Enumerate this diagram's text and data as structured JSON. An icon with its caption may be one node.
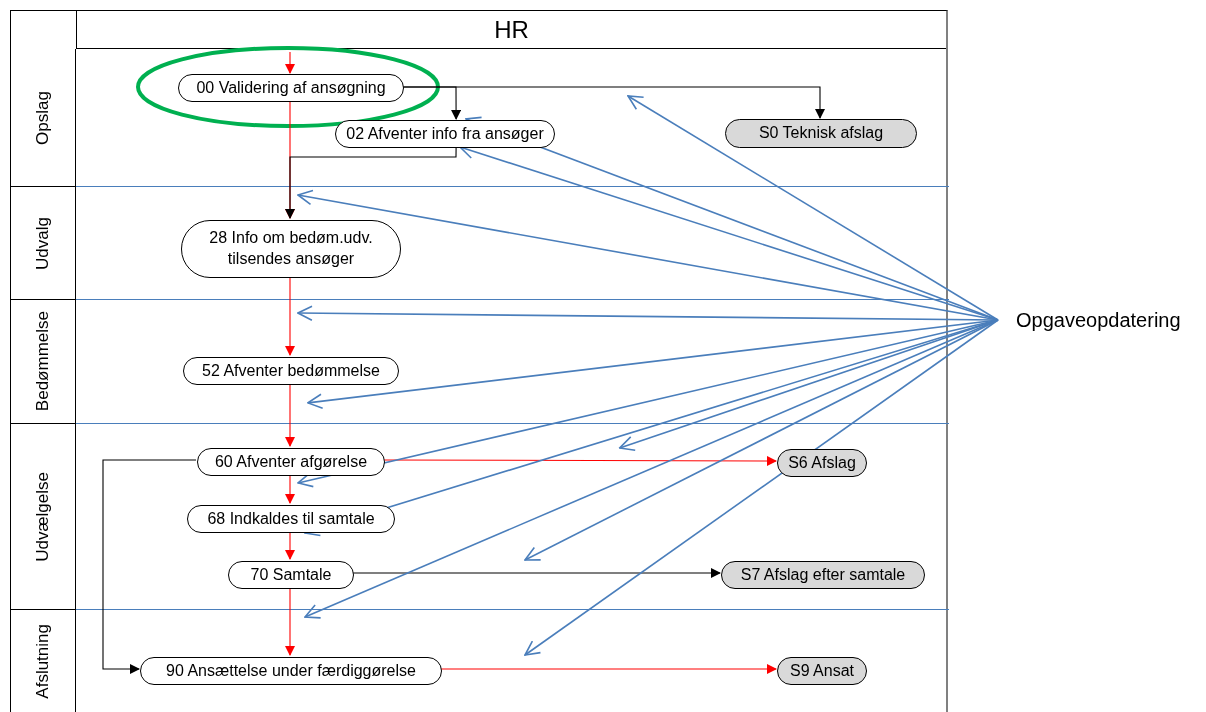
{
  "diagram": {
    "nodes": [
      {
        "text": [
          "HR"
        ]
      },
      {
        "text": [
          "Opslag"
        ],
        "in": 0
      },
      {
        "text": [
          "Udvalg"
        ],
        "in": 0
      },
      {
        "text": [
          "Bedømmelse"
        ],
        "in": 0
      },
      {
        "text": [
          "Udvælgelse"
        ],
        "in": 0
      },
      {
        "text": [
          "Afslutning"
        ],
        "in": 0
      },
      {
        "text": [
          "00 Validering af ansøgning"
        ],
        "in": 1
      },
      {
        "text": [
          "02 Afventer info fra ansøger"
        ],
        "in": 1
      },
      {
        "text": [
          "S0 Teknisk afslag"
        ],
        "in": 1
      },
      {
        "text": [
          "28 Info om bedøm.udv. tilsendes ansøger"
        ],
        "in": 2
      },
      {
        "text": [
          "52 Afventer bedømmelse"
        ],
        "in": 3
      },
      {
        "text": [
          "60 Afventer afgørelse"
        ],
        "in": 4
      },
      {
        "text": [
          "S6 Afslag"
        ],
        "in": 4
      },
      {
        "text": [
          "68 Indkaldes til samtale"
        ],
        "in": 4
      },
      {
        "text": [
          "70 Samtale"
        ],
        "in": 4
      },
      {
        "text": [
          "S7 Afslag efter samtale"
        ],
        "in": 4
      },
      {
        "text": [
          "90 Ansættelse under færdiggørelse"
        ],
        "in": 5
      },
      {
        "text": [
          "S9 Ansat"
        ],
        "in": 5
      },
      {
        "text": [
          "Opgaveopdatering"
        ]
      }
    ],
    "edges": [
      {
        "from": null,
        "to": 6,
        "arrow": "to",
        "color": "#ff0000"
      },
      {
        "from": 6,
        "to": 9,
        "arrow": "to",
        "color": "#ff0000"
      },
      {
        "from": 6,
        "to": 7,
        "arrow": "to",
        "color": "#000000"
      },
      {
        "from": 6,
        "to": 8,
        "arrow": "to",
        "color": "#000000"
      },
      {
        "from": 7,
        "to": 9,
        "arrow": "to",
        "color": "#000000"
      },
      {
        "from": 9,
        "to": 10,
        "arrow": "to",
        "color": "#ff0000"
      },
      {
        "from": 10,
        "to": 11,
        "arrow": "to",
        "color": "#ff0000"
      },
      {
        "from": 11,
        "to": 13,
        "arrow": "to",
        "color": "#ff0000"
      },
      {
        "from": 13,
        "to": 14,
        "arrow": "to",
        "color": "#ff0000"
      },
      {
        "from": 14,
        "to": 16,
        "arrow": "to",
        "color": "#ff0000"
      },
      {
        "from": 11,
        "to": 12,
        "arrow": "to",
        "color": "#ff0000"
      },
      {
        "from": 11,
        "to": 16,
        "arrow": "to",
        "color": "#000000"
      },
      {
        "from": 14,
        "to": 15,
        "arrow": "to",
        "color": "#000000"
      },
      {
        "from": 16,
        "to": 17,
        "arrow": "to",
        "color": "#ff0000"
      },
      {
        "from": 18,
        "to": 7,
        "arrow": "to"
      },
      {
        "from": 18,
        "to": null,
        "arrow": "to"
      },
      {
        "from": 18,
        "to": 7,
        "arrow": "to"
      },
      {
        "from": 18,
        "to": 2,
        "arrow": "to"
      },
      {
        "from": 18,
        "to": 2,
        "arrow": "to"
      },
      {
        "from": 18,
        "to": 10,
        "arrow": "to"
      },
      {
        "from": 18,
        "to": 11,
        "arrow": "to"
      },
      {
        "from": 18,
        "to": 13,
        "arrow": "to"
      },
      {
        "from": 18,
        "to": null,
        "arrow": "to"
      },
      {
        "from": 18,
        "to": 3,
        "arrow": "to"
      },
      {
        "from": 18,
        "to": 5,
        "arrow": "to"
      },
      {
        "from": 18,
        "to": null,
        "arrow": "to"
      }
    ]
  }
}
